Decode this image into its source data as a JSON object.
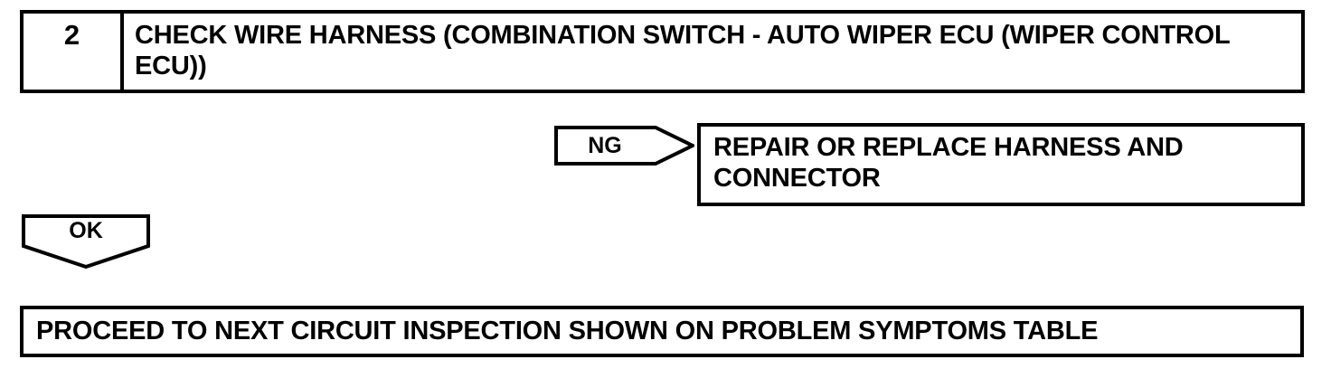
{
  "document": {
    "type": "diagnostic-flowchart",
    "background_color": "#ffffff",
    "line_color": "#000000"
  },
  "step": {
    "number": "2",
    "title": "CHECK WIRE HARNESS (COMBINATION SWITCH - AUTO WIPER ECU (WIPER CONTROL ECU))"
  },
  "branches": {
    "ng": {
      "label": "NG",
      "direction": "right",
      "result": "REPAIR OR REPLACE HARNESS AND CONNECTOR"
    },
    "ok": {
      "label": "OK",
      "direction": "down",
      "result": "PROCEED TO NEXT CIRCUIT INSPECTION SHOWN ON PROBLEM SYMPTOMS TABLE"
    }
  }
}
